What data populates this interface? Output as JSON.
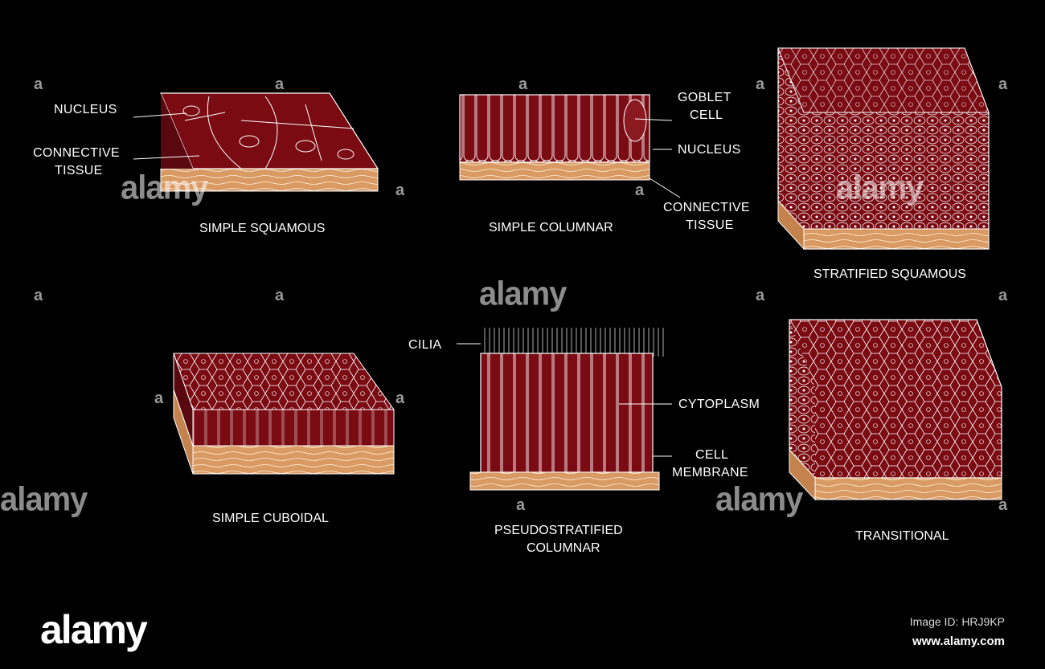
{
  "labels": {
    "nucleus_1": "NUCLEUS",
    "connective_1a": "CONNECTIVE",
    "connective_1b": "TISSUE",
    "goblet_a": "GOBLET",
    "goblet_b": "CELL",
    "nucleus_2": "NUCLEUS",
    "connective_2a": "CONNECTIVE",
    "connective_2b": "TISSUE",
    "cilia": "CILIA",
    "cytoplasm": "CYTOPLASM",
    "membrane_a": "CELL",
    "membrane_b": "MEMBRANE"
  },
  "captions": {
    "simple_squamous": "SIMPLE SQUAMOUS",
    "simple_columnar": "SIMPLE COLUMNAR",
    "stratified_squamous": "STRATIFIED SQUAMOUS",
    "simple_cuboidal": "SIMPLE CUBOIDAL",
    "pseudo_a": "PSEUDOSTRATIFIED",
    "pseudo_b": "COLUMNAR",
    "transitional": "TRANSITIONAL"
  },
  "watermark": {
    "brand": "alamy",
    "letter": "a",
    "image_id": "Image ID: HRJ9KP",
    "url": "www.alamy.com"
  },
  "colors": {
    "tissue": "#7a0b12",
    "tissue_side": "#6a0a10",
    "connective": "#d99a63",
    "connective_dark": "#c4824d",
    "background": "#000000",
    "outline": "#ffffff"
  }
}
